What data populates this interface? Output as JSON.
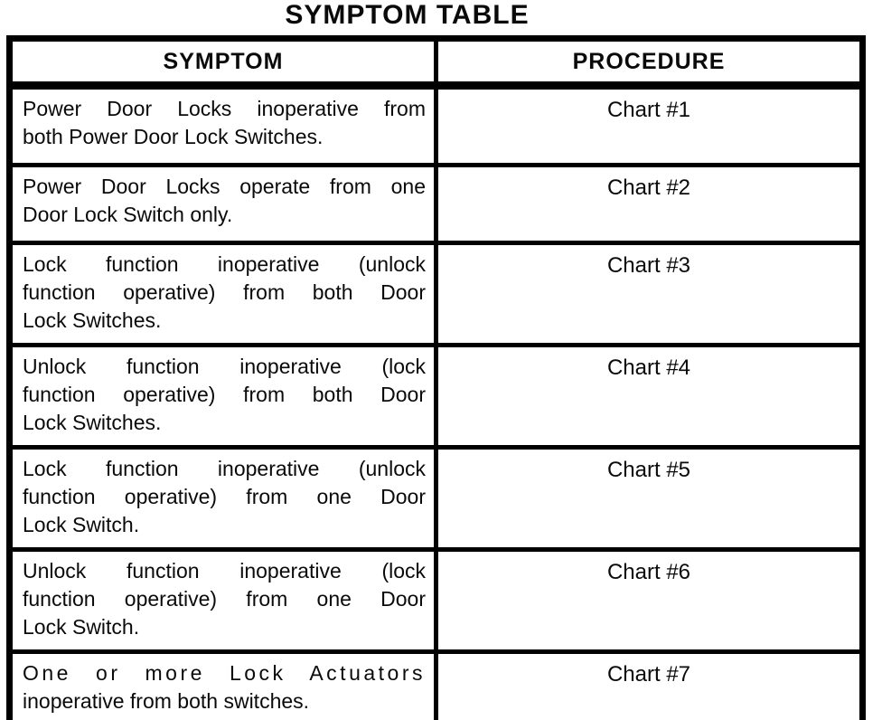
{
  "document": {
    "title": "SYMPTOM TABLE",
    "table": {
      "columns": [
        "SYMPTOM",
        "PROCEDURE"
      ],
      "rows": [
        {
          "symptom_lines": [
            "Power Door Locks inoperative from",
            "both Power Door Lock Switches."
          ],
          "procedure": "Chart #1"
        },
        {
          "symptom_lines": [
            "Power Door Locks operate from one",
            "Door Lock Switch only."
          ],
          "procedure": "Chart #2"
        },
        {
          "symptom_lines": [
            "Lock function inoperative (unlock",
            "function operative) from both Door",
            "Lock Switches."
          ],
          "procedure": "Chart #3"
        },
        {
          "symptom_lines": [
            "Unlock function inoperative (lock",
            "function operative) from both Door",
            "Lock Switches."
          ],
          "procedure": "Chart #4"
        },
        {
          "symptom_lines": [
            "Lock function inoperative (unlock",
            "function operative) from one Door",
            "Lock Switch."
          ],
          "procedure": "Chart #5"
        },
        {
          "symptom_lines": [
            "Unlock function inoperative (lock",
            "function operative) from one Door",
            "Lock Switch."
          ],
          "procedure": "Chart #6"
        },
        {
          "symptom_lines": [
            "One or more Lock Actuators",
            "inoperative from both switches."
          ],
          "procedure": "Chart #7"
        }
      ]
    },
    "colors": {
      "ink": "#000000",
      "paper": "#ffffff"
    }
  }
}
